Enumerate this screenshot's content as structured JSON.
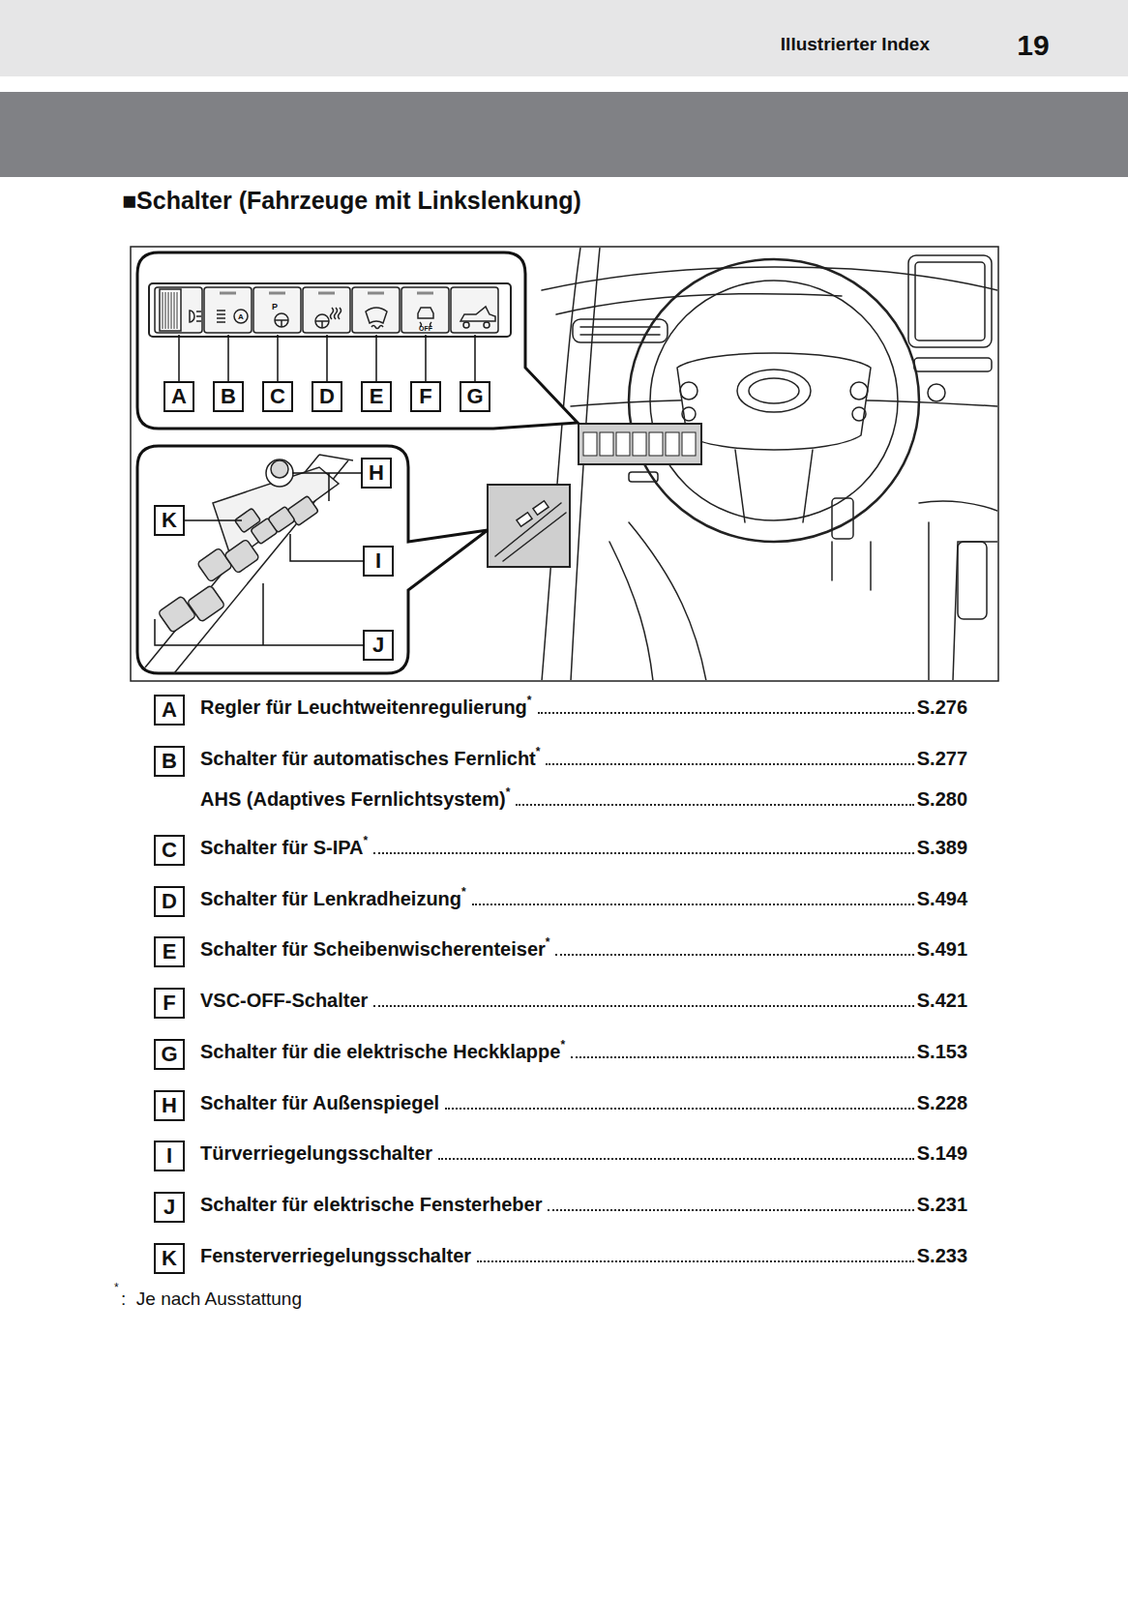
{
  "diagram": {
    "title": "■Schalter (Fahrzeuge mit Linkslenkung)",
    "nodes": [
      {
        "text": [
          "A"
        ]
      },
      {
        "text": [
          "B"
        ]
      },
      {
        "text": [
          "C"
        ]
      },
      {
        "text": [
          "D"
        ]
      },
      {
        "text": [
          "E"
        ]
      },
      {
        "text": [
          "F"
        ]
      },
      {
        "text": [
          "G"
        ]
      },
      {
        "text": [
          "H"
        ]
      },
      {
        "text": [
          "I"
        ]
      },
      {
        "text": [
          "J"
        ]
      },
      {
        "text": [
          "K"
        ]
      },
      {
        "text": [
          "A"
        ]
      },
      {
        "text": [
          "B"
        ]
      },
      {
        "text": [
          "C"
        ]
      },
      {
        "text": [
          "D"
        ]
      },
      {
        "text": [
          "E"
        ]
      },
      {
        "text": [
          "F"
        ]
      },
      {
        "text": [
          "G"
        ]
      },
      {
        "text": [
          "H"
        ]
      },
      {
        "text": [
          "I"
        ]
      },
      {
        "text": [
          "J"
        ]
      },
      {
        "text": [
          "K"
        ]
      }
    ],
    "labels": [
      "Illustrierter Index",
      "19",
      "A",
      "P",
      "OFF",
      "Regler für Leuchtweitenregulierung",
      "*",
      "S.276",
      "Schalter für automatisches Fernlicht",
      "*",
      "S.277",
      "AHS (Adaptives Fernlichtsystem)",
      "*",
      "S.280",
      "Schalter für S-IPA",
      "*",
      "S.389",
      "Schalter für Lenkradheizung",
      "*",
      "S.494",
      "Schalter für Scheibenwischerenteiser",
      "*",
      "S.491",
      "VSC-OFF-Schalter",
      "S.421",
      "Schalter für die elektrische Heckklappe",
      "*",
      "S.153",
      "Schalter für Außenspiegel",
      "S.228",
      "Türverriegelungsschalter",
      "S.149",
      "Schalter für elektrische Fensterheber",
      "S.231",
      "Fensterverriegelungsschalter",
      "S.233",
      "*",
      ":  Je nach Ausstattung"
    ]
  }
}
